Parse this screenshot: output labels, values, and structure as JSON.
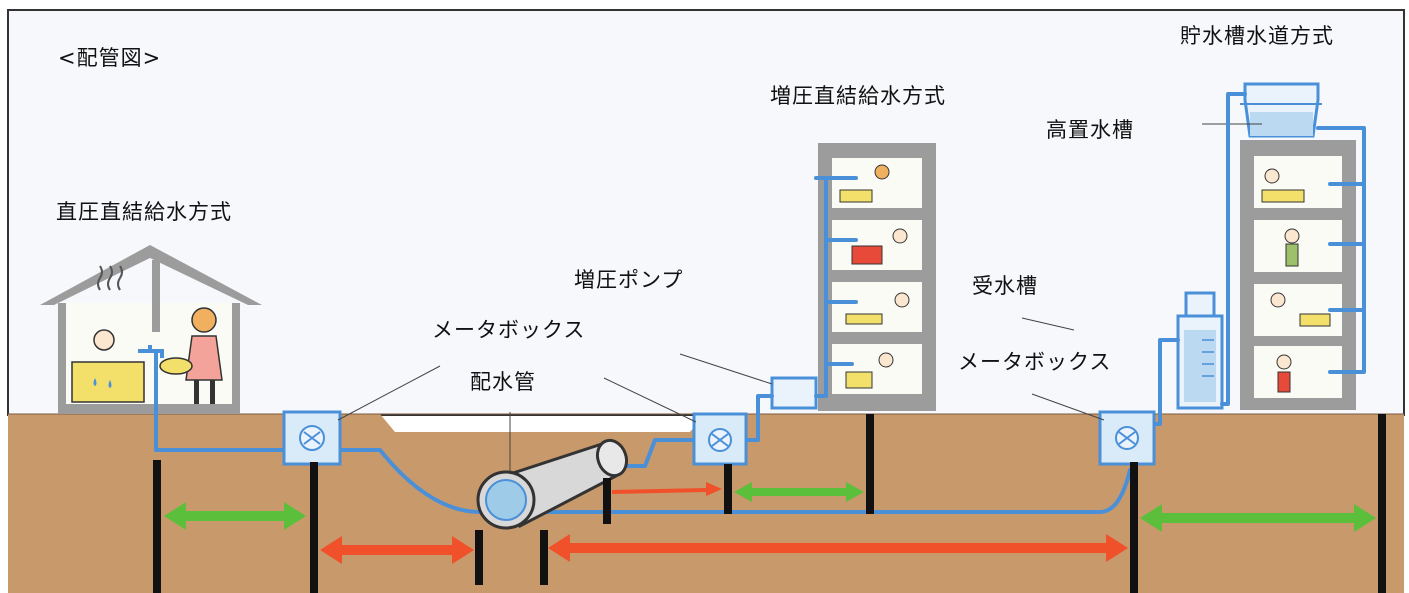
{
  "labels": {
    "heading": "<配管図>",
    "direct_pressure_system": "直圧直結給水方式",
    "booster_direct_system": "増圧直結給水方式",
    "storage_tank_system": "貯水槽水道方式",
    "elevated_tank": "高置水槽",
    "booster_pump": "増圧ポンプ",
    "meter_box_center": "メータボックス",
    "distribution_main": "配水管",
    "receiving_tank": "受水槽",
    "meter_box_right": "メータボックス"
  },
  "colors": {
    "background": "#f6f8fb",
    "ground": "#c8996a",
    "pipe": "#4a90d9",
    "building": "#9c9c9c",
    "green_arrow": "#5cbf3b",
    "red_arrow": "#f0502a",
    "divider": "#111111"
  },
  "icons": [
    "house-icon",
    "building-icon",
    "tank-icon",
    "meter-box-icon",
    "pump-icon",
    "water-main-pipe-icon",
    "person-icon"
  ]
}
